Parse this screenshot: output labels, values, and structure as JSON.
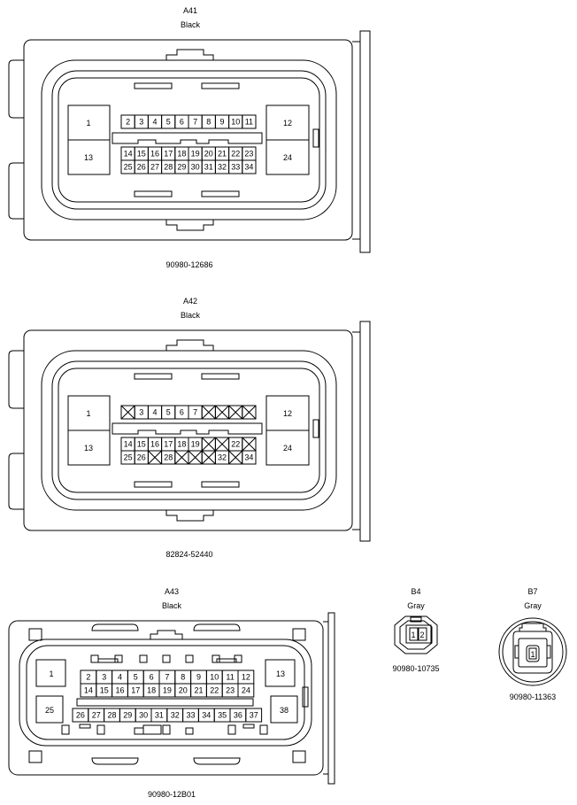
{
  "connectors": [
    {
      "id": "A41",
      "color": "Black",
      "part_number": "90980-12686"
    },
    {
      "id": "A42",
      "color": "Black",
      "part_number": "82824-52440"
    },
    {
      "id": "A43",
      "color": "Black",
      "part_number": "90980-12B01"
    },
    {
      "id": "B4",
      "color": "Gray",
      "part_number": "90980-10735"
    },
    {
      "id": "B7",
      "color": "Gray",
      "part_number": "90980-11363"
    }
  ],
  "pins": {
    "a41_top": [
      "2",
      "3",
      "4",
      "5",
      "6",
      "7",
      "8",
      "9",
      "10",
      "11"
    ],
    "a41_bot1": [
      "14",
      "15",
      "16",
      "17",
      "18",
      "19",
      "20",
      "21",
      "22",
      "23"
    ],
    "a41_bot2": [
      "25",
      "26",
      "27",
      "28",
      "29",
      "30",
      "31",
      "32",
      "33",
      "34"
    ],
    "a42_top": [
      "",
      "3",
      "4",
      "5",
      "6",
      "7",
      "",
      "",
      "",
      ""
    ],
    "a42_bot1": [
      "14",
      "15",
      "16",
      "17",
      "18",
      "19",
      "",
      "",
      "22",
      ""
    ],
    "a42_bot2": [
      "25",
      "26",
      "",
      "28",
      "",
      "",
      "",
      "32",
      "",
      "34"
    ],
    "a4x_big": [
      "1",
      "13",
      "12",
      "24"
    ],
    "a43_row1": [
      "2",
      "3",
      "4",
      "5",
      "6",
      "7",
      "8",
      "9",
      "10",
      "11",
      "12"
    ],
    "a43_row2": [
      "14",
      "15",
      "16",
      "17",
      "18",
      "19",
      "20",
      "21",
      "22",
      "23",
      "24"
    ],
    "a43_row3": [
      "26",
      "27",
      "28",
      "29",
      "30",
      "31",
      "32",
      "33",
      "34",
      "35",
      "36",
      "37"
    ],
    "a43_big": [
      "1",
      "13",
      "25",
      "38"
    ],
    "b4": [
      "1",
      "2"
    ],
    "b7": [
      "1"
    ]
  }
}
